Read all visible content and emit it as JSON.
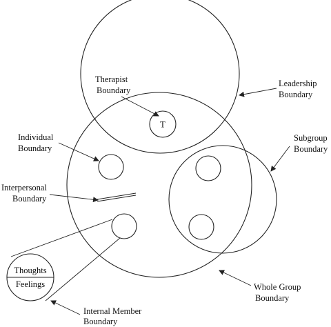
{
  "labels": {
    "therapist": [
      "Therapist",
      "Boundary"
    ],
    "leadership": [
      "Leadership",
      "Boundary"
    ],
    "individual": [
      "Individual",
      "Boundary"
    ],
    "subgroup": [
      "Subgroup",
      "Boundary"
    ],
    "interpersonal": [
      "Interpersonal",
      "Boundary"
    ],
    "whole_group": [
      "Whole Group",
      "Boundary"
    ],
    "internal_member": [
      "Internal Member",
      "Boundary"
    ],
    "therapist_symbol": "T",
    "thoughts": "Thoughts",
    "feelings": "Feelings"
  }
}
